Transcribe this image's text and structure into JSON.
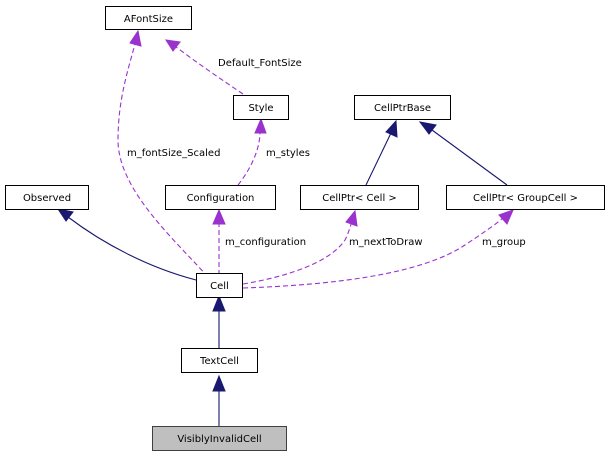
{
  "diagram": {
    "type": "collaboration-graph",
    "nodes": {
      "afontsize": "AFontSize",
      "style": "Style",
      "cellptrbase": "CellPtrBase",
      "observed": "Observed",
      "configuration": "Configuration",
      "cellptr_cell": "CellPtr< Cell >",
      "cellptr_groupcell": "CellPtr< GroupCell >",
      "cell": "Cell",
      "textcell": "TextCell",
      "visiblyinvalidcell": "VisiblyInvalidCell"
    },
    "current_node": "VisiblyInvalidCell",
    "edge_labels": {
      "default_fontsize": "Default_FontSize",
      "m_fontsize_scaled": "m_fontSize_Scaled",
      "m_styles": "m_styles",
      "m_configuration": "m_configuration",
      "m_nexttodraw": "m_nextToDraw",
      "m_group": "m_group"
    },
    "edges": [
      {
        "from": "Style",
        "to": "AFontSize",
        "kind": "usage",
        "label": "Default_FontSize"
      },
      {
        "from": "Cell",
        "to": "AFontSize",
        "kind": "usage",
        "label": "m_fontSize_Scaled"
      },
      {
        "from": "Configuration",
        "to": "Style",
        "kind": "usage",
        "label": "m_styles"
      },
      {
        "from": "CellPtr< Cell >",
        "to": "CellPtrBase",
        "kind": "inheritance"
      },
      {
        "from": "CellPtr< GroupCell >",
        "to": "CellPtrBase",
        "kind": "inheritance"
      },
      {
        "from": "Cell",
        "to": "Observed",
        "kind": "inheritance"
      },
      {
        "from": "Cell",
        "to": "Configuration",
        "kind": "usage",
        "label": "m_configuration"
      },
      {
        "from": "Cell",
        "to": "CellPtr< Cell >",
        "kind": "usage",
        "label": "m_nextToDraw"
      },
      {
        "from": "Cell",
        "to": "CellPtr< GroupCell >",
        "kind": "usage",
        "label": "m_group"
      },
      {
        "from": "TextCell",
        "to": "Cell",
        "kind": "inheritance"
      },
      {
        "from": "VisiblyInvalidCell",
        "to": "TextCell",
        "kind": "inheritance"
      }
    ],
    "colors": {
      "inheritance": "#191970",
      "usage": "#9a32cd",
      "current_fill": "#bfbfbf"
    }
  }
}
